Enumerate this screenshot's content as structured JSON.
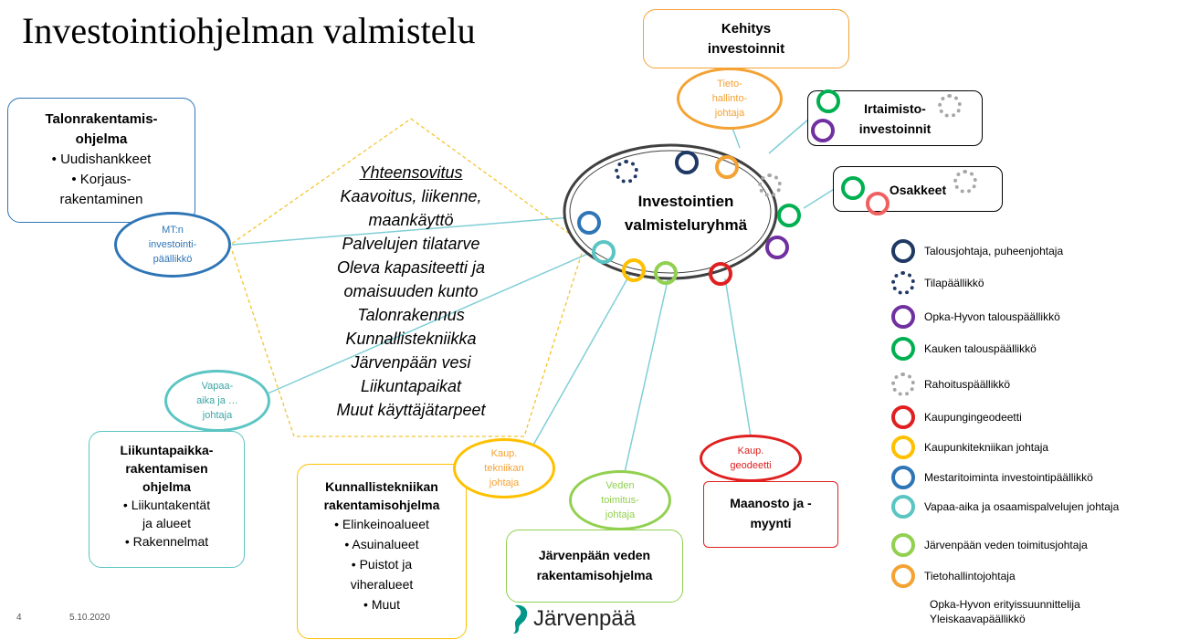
{
  "title": "Investointiohjelman valmistelu",
  "center": {
    "label": "Investointien\nvalmisteluryhmä"
  },
  "pentagon": {
    "heading": "Yhteensovitus",
    "items": [
      "Kaavoitus, liikenne,",
      "maankäyttö",
      "Palvelujen tilatarve",
      "Oleva kapasiteetti ja",
      "omaisuuden kunto",
      "Talonrakennus",
      "Kunnallistekniikka",
      "Järvenpään vesi",
      "Liikuntapaikat",
      "Muut käyttäjätarpeet"
    ]
  },
  "boxes": {
    "talonrakentamis": {
      "title": "Talonrakentamis-\nohjelma",
      "items": [
        "Uudishankkeet",
        "Korjaus-\nrakentaminen"
      ],
      "color": "#2e75b6"
    },
    "kehitys": {
      "title": "Kehitys\ninvestoinnit",
      "color": "#f4a234"
    },
    "irtaimisto": {
      "title": "Irtaimisto-\ninvestoinnit",
      "color": "#000000"
    },
    "osakkeet": {
      "title": "Osakkeet",
      "color": "#000000"
    },
    "liikuntapaikka": {
      "title": "Liikuntapaikka-\nrakentamisen\nohjelma",
      "items": [
        "Liikuntakentät\nja alueet",
        "Rakennelmat"
      ],
      "color": "#5bc5c3"
    },
    "kunnallistekniikka": {
      "title": "Kunnallistekniikan\nrakentamisohjelma",
      "items": [
        "Elinkeinoalueet",
        "Asuinalueet",
        "Puistot ja\nviheralueet",
        "Muut"
      ],
      "color": "#ffc000"
    },
    "vesi": {
      "title": "Järvenpään veden\nrakentamisohjelma",
      "color": "#92d050"
    },
    "maanosto": {
      "title": "Maanosto ja -\nmyynti",
      "color": "#e02020"
    }
  },
  "ellipses": {
    "mtn": {
      "text": "MT:n\ninvestointi-\npäällikkö",
      "color": "#2e75b6"
    },
    "tietohallinto": {
      "text": "Tieto-\nhallinto-\njohtaja",
      "color": "#f4a234"
    },
    "vapaa": {
      "text": "Vapaa-\naika ja …\njohtaja",
      "color": "#5bc5c3"
    },
    "kaup_tekn": {
      "text": "Kaup.\ntekniikan\njohtaja",
      "color": "#f4a234"
    },
    "veden": {
      "text": "Veden\ntoimitus-\njohtaja",
      "color": "#92d050"
    },
    "geodeetti": {
      "text": "Kaup.\ngeodeetti",
      "color": "#e02020"
    }
  },
  "legend": [
    {
      "label": "Talousjohtaja, puheenjohtaja",
      "color": "#1f3864",
      "style": "solid"
    },
    {
      "label": "Tilapäällikkö",
      "color": "#1f3864",
      "style": "dotted"
    },
    {
      "label": "Opka-Hyvon talouspäällikkö",
      "color": "#7030a0",
      "style": "solid"
    },
    {
      "label": "Kauken talouspäällikkö",
      "color": "#00b050",
      "style": "solid"
    },
    {
      "label": "Rahoituspäällikkö",
      "color": "#a6a6a6",
      "style": "dotted"
    },
    {
      "label": "Kaupungingeodeetti",
      "color": "#e02020",
      "style": "solid"
    },
    {
      "label": "Kaupunkitekniikan johtaja",
      "color": "#ffc000",
      "style": "solid"
    },
    {
      "label": "Mestaritoiminta investointipäällikkö",
      "color": "#2e75b6",
      "style": "solid"
    },
    {
      "label": "Vapaa-aika ja osaamispalvelujen johtaja",
      "color": "#5bc5c3",
      "style": "solid"
    },
    {
      "label": "Järvenpään veden toimitusjohtaja",
      "color": "#92d050",
      "style": "solid"
    },
    {
      "label": "Tietohallintojohtaja",
      "color": "#f4a234",
      "style": "solid"
    }
  ],
  "legend_extra": [
    "Opka-Hyvon erityissuunnittelija",
    "Yleiskaavapäällikkö"
  ],
  "footer": {
    "page": "4",
    "date": "5.10.2020",
    "logo": "Järvenpää"
  }
}
